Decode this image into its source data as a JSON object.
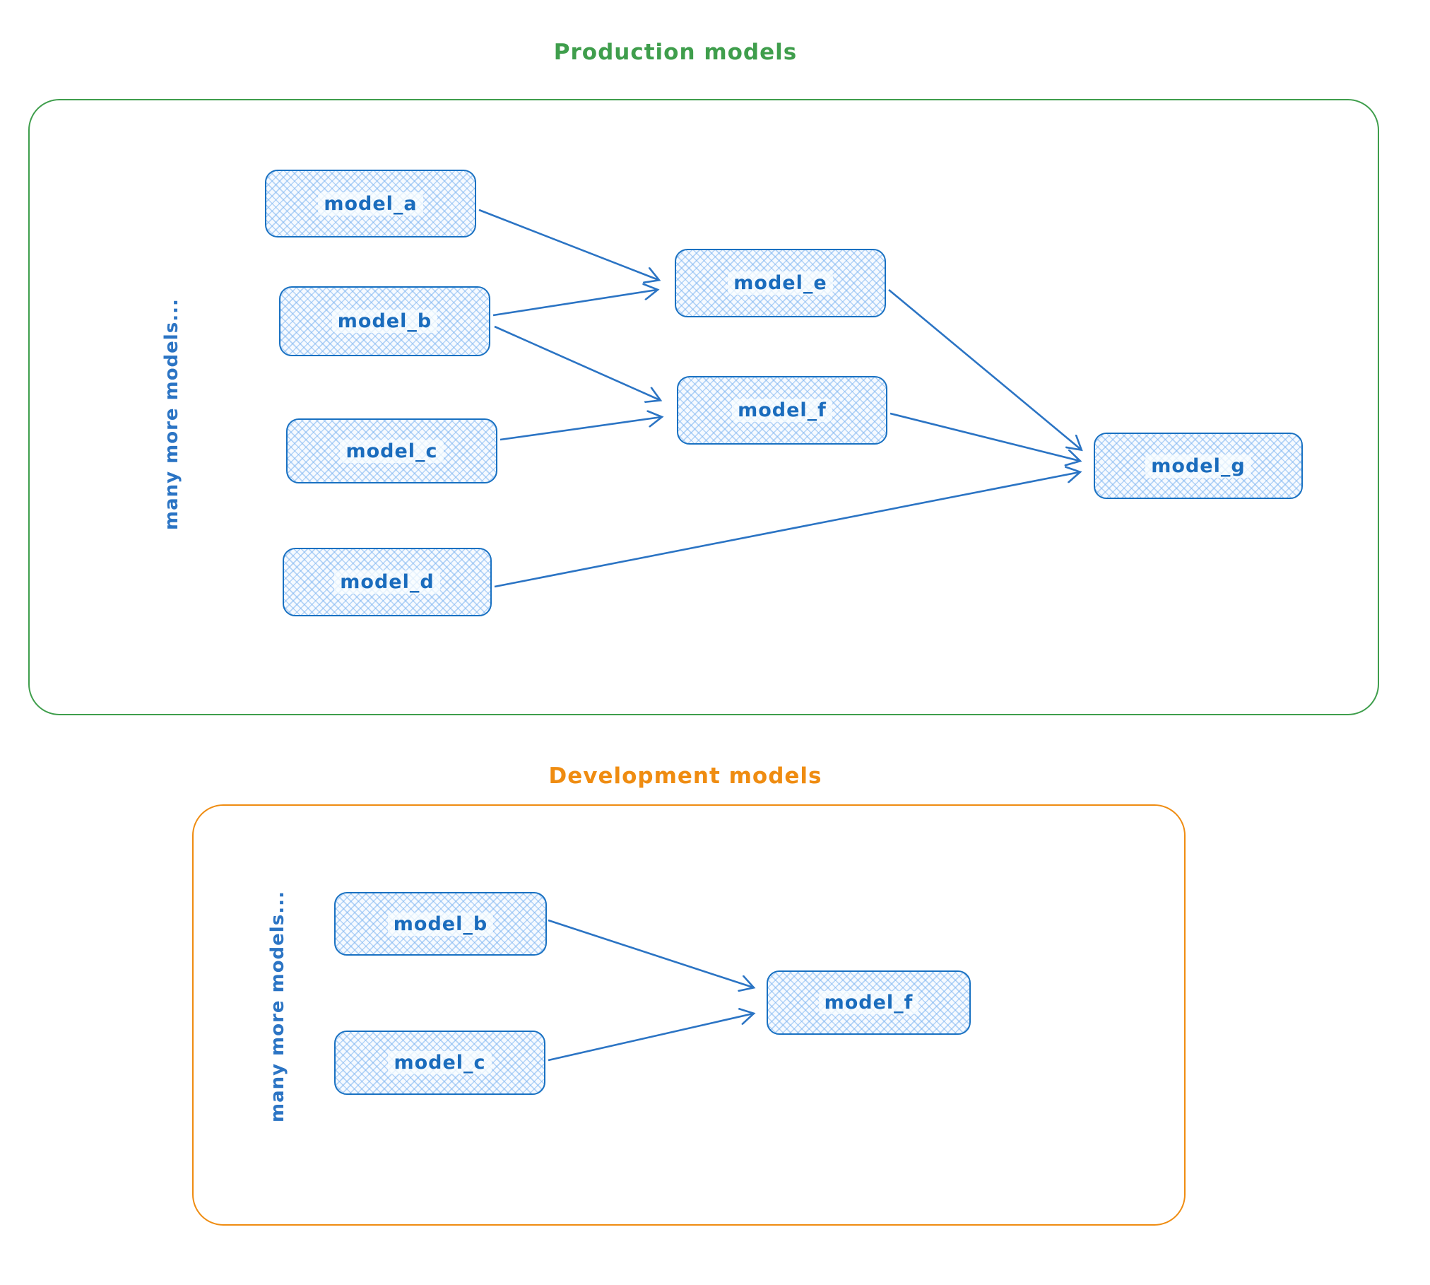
{
  "colors": {
    "node_stroke": "#1971c2",
    "node_fill_hatch": "#a5d8ff",
    "production_accent": "#3f9e4c",
    "development_accent": "#ef8c11",
    "edge_color": "#2b74c4"
  },
  "production": {
    "title": "Production models",
    "side_label": "many more models...",
    "nodes": [
      {
        "id": "model_a",
        "label": "model_a"
      },
      {
        "id": "model_b",
        "label": "model_b"
      },
      {
        "id": "model_c",
        "label": "model_c"
      },
      {
        "id": "model_d",
        "label": "model_d"
      },
      {
        "id": "model_e",
        "label": "model_e"
      },
      {
        "id": "model_f",
        "label": "model_f"
      },
      {
        "id": "model_g",
        "label": "model_g"
      }
    ],
    "edges": [
      {
        "from": "model_a",
        "to": "model_e"
      },
      {
        "from": "model_b",
        "to": "model_e"
      },
      {
        "from": "model_b",
        "to": "model_f"
      },
      {
        "from": "model_c",
        "to": "model_f"
      },
      {
        "from": "model_e",
        "to": "model_g"
      },
      {
        "from": "model_f",
        "to": "model_g"
      },
      {
        "from": "model_d",
        "to": "model_g"
      }
    ]
  },
  "development": {
    "title": "Development models",
    "side_label": "many more models...",
    "nodes": [
      {
        "id": "model_b",
        "label": "model_b"
      },
      {
        "id": "model_c",
        "label": "model_c"
      },
      {
        "id": "model_f",
        "label": "model_f"
      }
    ],
    "edges": [
      {
        "from": "model_b",
        "to": "model_f"
      },
      {
        "from": "model_c",
        "to": "model_f"
      }
    ]
  }
}
